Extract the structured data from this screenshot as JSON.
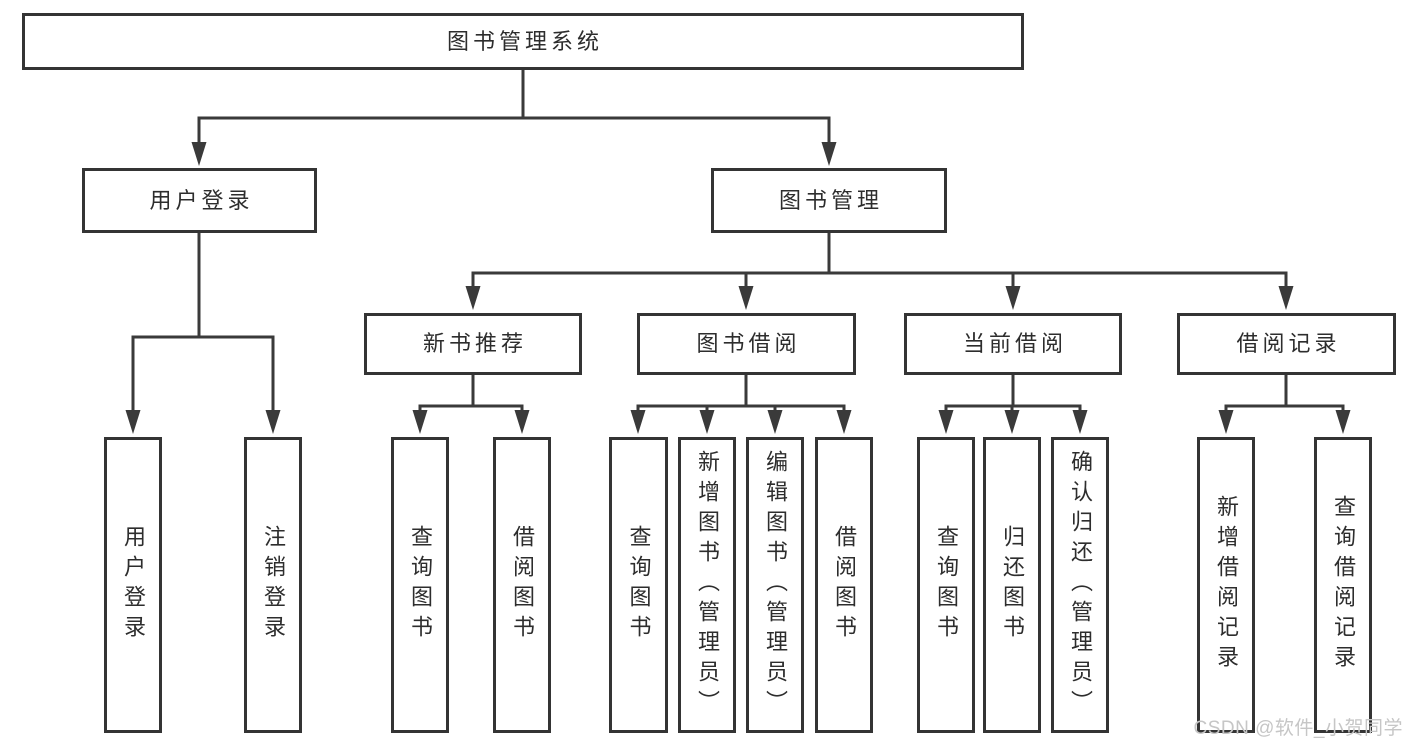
{
  "nodes": {
    "root": {
      "label": "图书管理系统"
    },
    "user_login": {
      "label": "用户登录"
    },
    "book_mgmt": {
      "label": "图书管理"
    },
    "new_book_rec": {
      "label": "新书推荐"
    },
    "book_borrow": {
      "label": "图书借阅"
    },
    "current_borrow": {
      "label": "当前借阅"
    },
    "borrow_records": {
      "label": "借阅记录"
    },
    "leaf_user_login": {
      "label": "用户登录"
    },
    "leaf_logout": {
      "label": "注销登录"
    },
    "leaf_query_book_1": {
      "label": "查询图书"
    },
    "leaf_borrow_book_1": {
      "label": "借阅图书"
    },
    "leaf_query_book_2": {
      "label": "查询图书"
    },
    "leaf_add_book": {
      "label": "新增图书（管理员）"
    },
    "leaf_edit_book": {
      "label": "编辑图书（管理员）"
    },
    "leaf_borrow_book_2": {
      "label": "借阅图书"
    },
    "leaf_query_book_3": {
      "label": "查询图书"
    },
    "leaf_return_book": {
      "label": "归还图书"
    },
    "leaf_confirm_return": {
      "label": "确认归还（管理员）"
    },
    "leaf_add_record": {
      "label": "新增借阅记录"
    },
    "leaf_query_record": {
      "label": "查询借阅记录"
    }
  },
  "watermark": {
    "text": "CSDN @软件_小贺同学"
  },
  "colors": {
    "line": "#3a3a3a",
    "box_border": "#343434",
    "text": "#2d2d2d",
    "background": "#ffffff",
    "watermark": "#c6c6c6"
  }
}
